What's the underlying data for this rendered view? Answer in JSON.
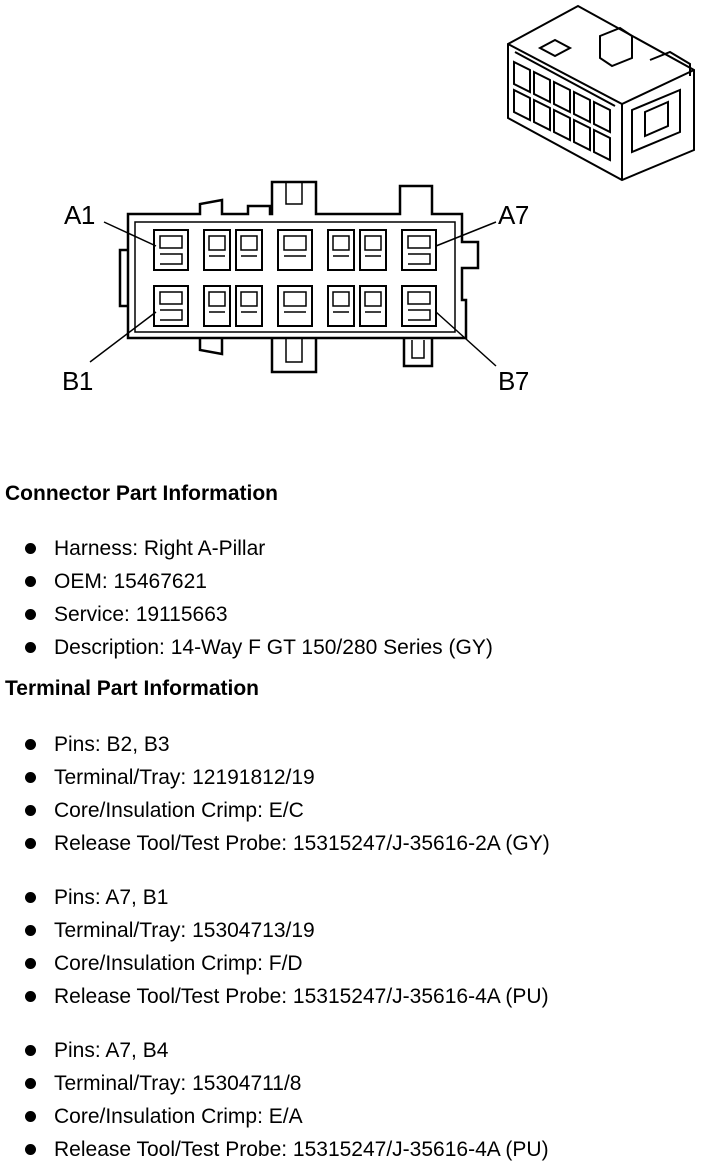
{
  "pin_labels": {
    "a1": "A1",
    "a7": "A7",
    "b1": "B1",
    "b7": "B7"
  },
  "connector_heading": "Connector Part Information",
  "connector_items": [
    "Harness: Right A-Pillar",
    "OEM: 15467621",
    "Service: 19115663",
    "Description: 14-Way F GT 150/280 Series (GY)"
  ],
  "terminal_heading": "Terminal Part Information",
  "terminal_groups": [
    {
      "items": [
        "Pins: B2, B3",
        "Terminal/Tray: 12191812/19",
        "Core/Insulation Crimp: E/C",
        "Release Tool/Test Probe: 15315247/J-35616-2A (GY)"
      ]
    },
    {
      "items": [
        "Pins: A7, B1",
        "Terminal/Tray: 15304713/19",
        "Core/Insulation Crimp: F/D",
        "Release Tool/Test Probe: 15315247/J-35616-4A (PU)"
      ]
    },
    {
      "items": [
        "Pins: A7, B4",
        "Terminal/Tray: 15304711/8",
        "Core/Insulation Crimp: E/A",
        "Release Tool/Test Probe: 15315247/J-35616-4A (PU)"
      ]
    }
  ]
}
